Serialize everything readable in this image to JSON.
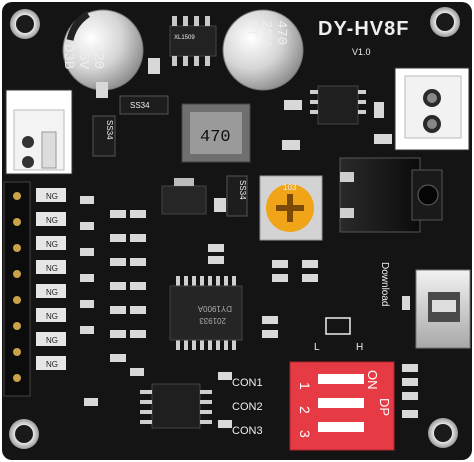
{
  "board": {
    "model": "DY-HV8F",
    "version": "V1.0",
    "download_label": "Download",
    "lh_left": "L",
    "lh_right": "H",
    "con_labels": [
      "CON1",
      "CON2",
      "CON3"
    ]
  },
  "capacitor_left": {
    "line1": "220",
    "line2": "35V",
    "line3": "D3B"
  },
  "capacitor_right": {
    "line1": "470",
    "line2": "25V",
    "line3": "VT"
  },
  "inductor_label": "470",
  "pot_label": "103",
  "chip_main": {
    "line1": "201933",
    "line2": "DY1900A"
  },
  "chip_top": "XL1509",
  "diodes": {
    "ss34_a": "SS34",
    "ss34_b": "SS34",
    "ss34_c": "SS34"
  },
  "dip_switch": {
    "on_label": "ON",
    "dp_label": "DP",
    "numbers": [
      "1",
      "2",
      "3"
    ]
  },
  "ng_labels": [
    "NG",
    "NG",
    "NG",
    "NG",
    "NG",
    "NG",
    "NG",
    "NG"
  ],
  "colors": {
    "pcb": "#141414",
    "silkscreen": "#eeeeee",
    "dip_red": "#e63b45",
    "pot_yellow": "#f0a417",
    "pad_gold": "#c9a24a"
  }
}
